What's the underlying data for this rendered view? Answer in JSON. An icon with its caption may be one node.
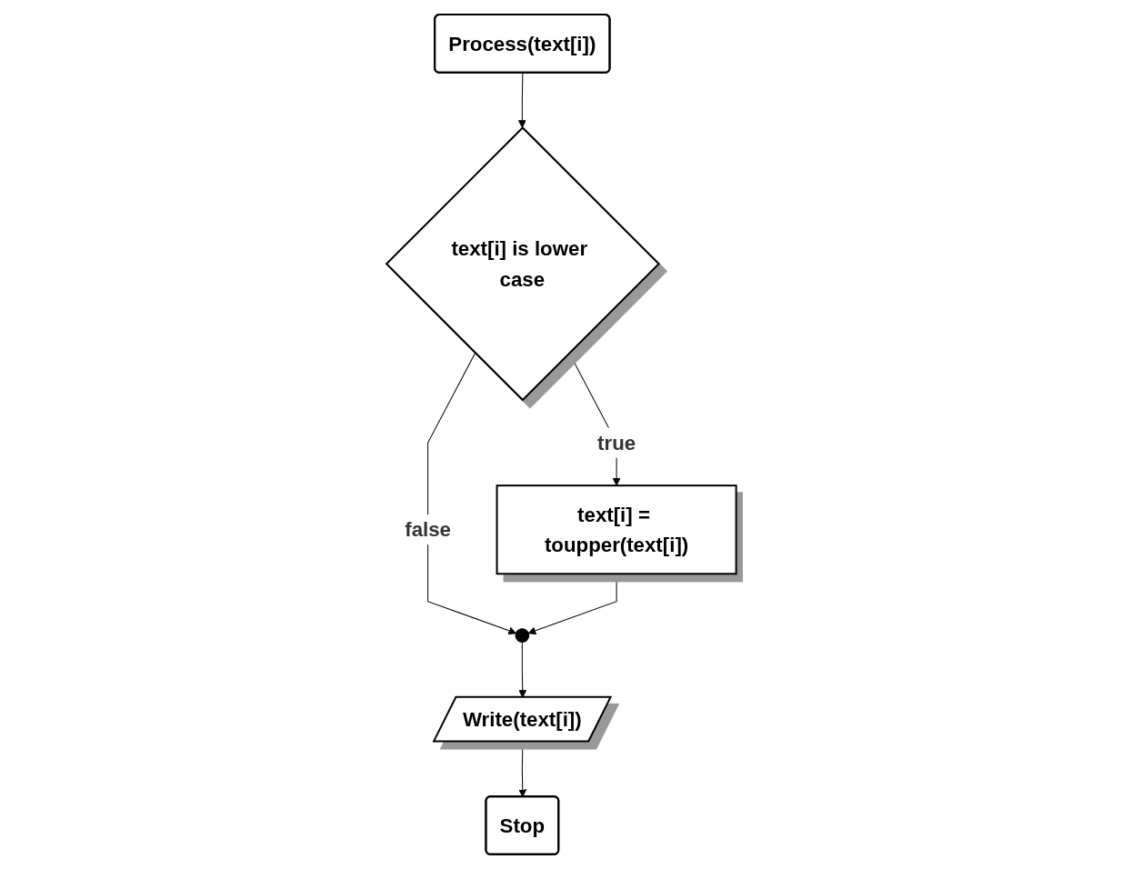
{
  "diagram": {
    "nodes": [
      {
        "text": [
          "Process(text[i])"
        ]
      },
      {
        "text": [
          "text[i] is lower case"
        ]
      },
      {
        "text": [
          "text[i] = toupper(text[i])"
        ]
      },
      {
        "text": [],
        "shape": "circle"
      },
      {
        "text": [
          "Write(text[i])"
        ]
      },
      {
        "text": [
          "Stop"
        ]
      }
    ],
    "edges": [
      {
        "from": 0,
        "to": 1,
        "arrow": "to"
      },
      {
        "from": 1,
        "to": 2,
        "arrow": "to",
        "label": "true"
      },
      {
        "from": 1,
        "to": 3,
        "arrow": "to",
        "label": "false"
      },
      {
        "from": 2,
        "to": 3,
        "arrow": "to"
      },
      {
        "from": 3,
        "to": 4,
        "arrow": "to"
      },
      {
        "from": 4,
        "to": 5,
        "arrow": "to"
      }
    ]
  }
}
